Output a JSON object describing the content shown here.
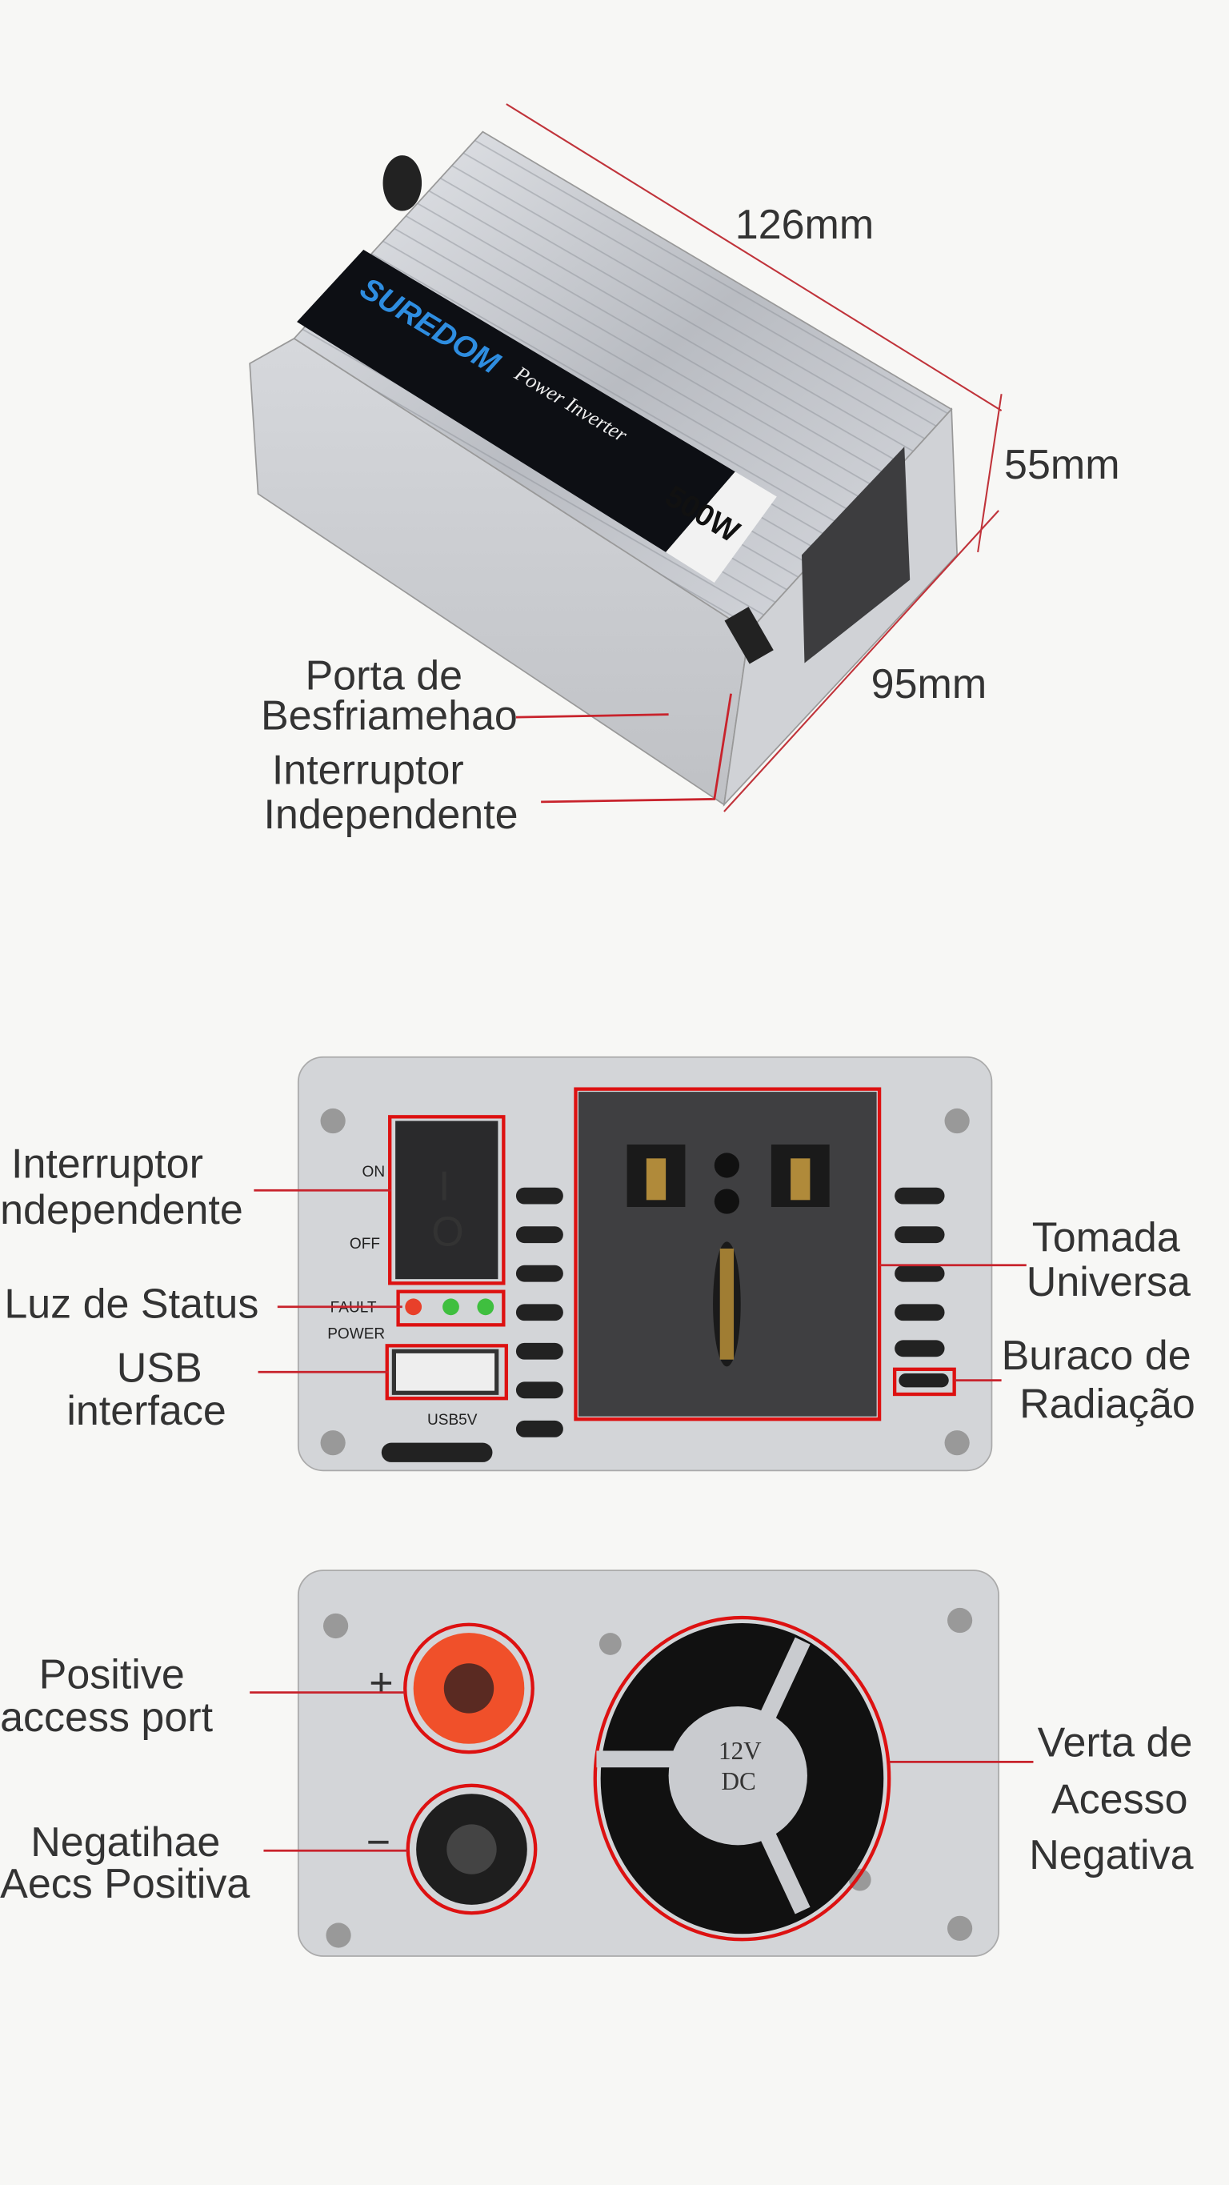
{
  "product_view": {
    "brand": "SUREDOM",
    "product_name": "Power Inverter",
    "power_rating": "500W",
    "dimensions": {
      "length": "126mm",
      "height": "55mm",
      "width": "95mm"
    },
    "labels": {
      "cooling_port_line1": "Porta de",
      "cooling_port_line2": "Besfriamehao",
      "switch_line1": "Interruptor",
      "switch_line2": "Independente"
    }
  },
  "front_panel": {
    "switch_on": "ON",
    "switch_off": "OFF",
    "switch_on_symbol": "I",
    "switch_off_symbol": "O",
    "fault_label": "FAULT",
    "power_label": "POWER",
    "usb_label": "USB5V",
    "led_colors": [
      "#e8402a",
      "#3fbf3f",
      "#3fbf3f"
    ],
    "labels": {
      "switch_line1": "Interruptor",
      "switch_line2": "ndependente",
      "status": "Luz de Status",
      "usb_line1": "USB",
      "usb_line2": "interface",
      "socket_line1": "Tomada",
      "socket_line2": "Universa",
      "vent_line1": "Buraco de",
      "vent_line2": "Radiação"
    }
  },
  "back_panel": {
    "plus_symbol": "+",
    "minus_symbol": "−",
    "fan_voltage": "12V",
    "fan_type": "DC",
    "labels": {
      "positive_line1": "Positive",
      "positive_line2": "access port",
      "negative_line1": "Negatihae",
      "negative_line2": "Aecs Positiva",
      "fan_line1": "Verta de",
      "fan_line2": "Acesso",
      "fan_line3": "Negativa"
    }
  },
  "colors": {
    "accent_red": "#d11a1a",
    "aluminum": "#c9cbcf",
    "text": "#333333"
  }
}
